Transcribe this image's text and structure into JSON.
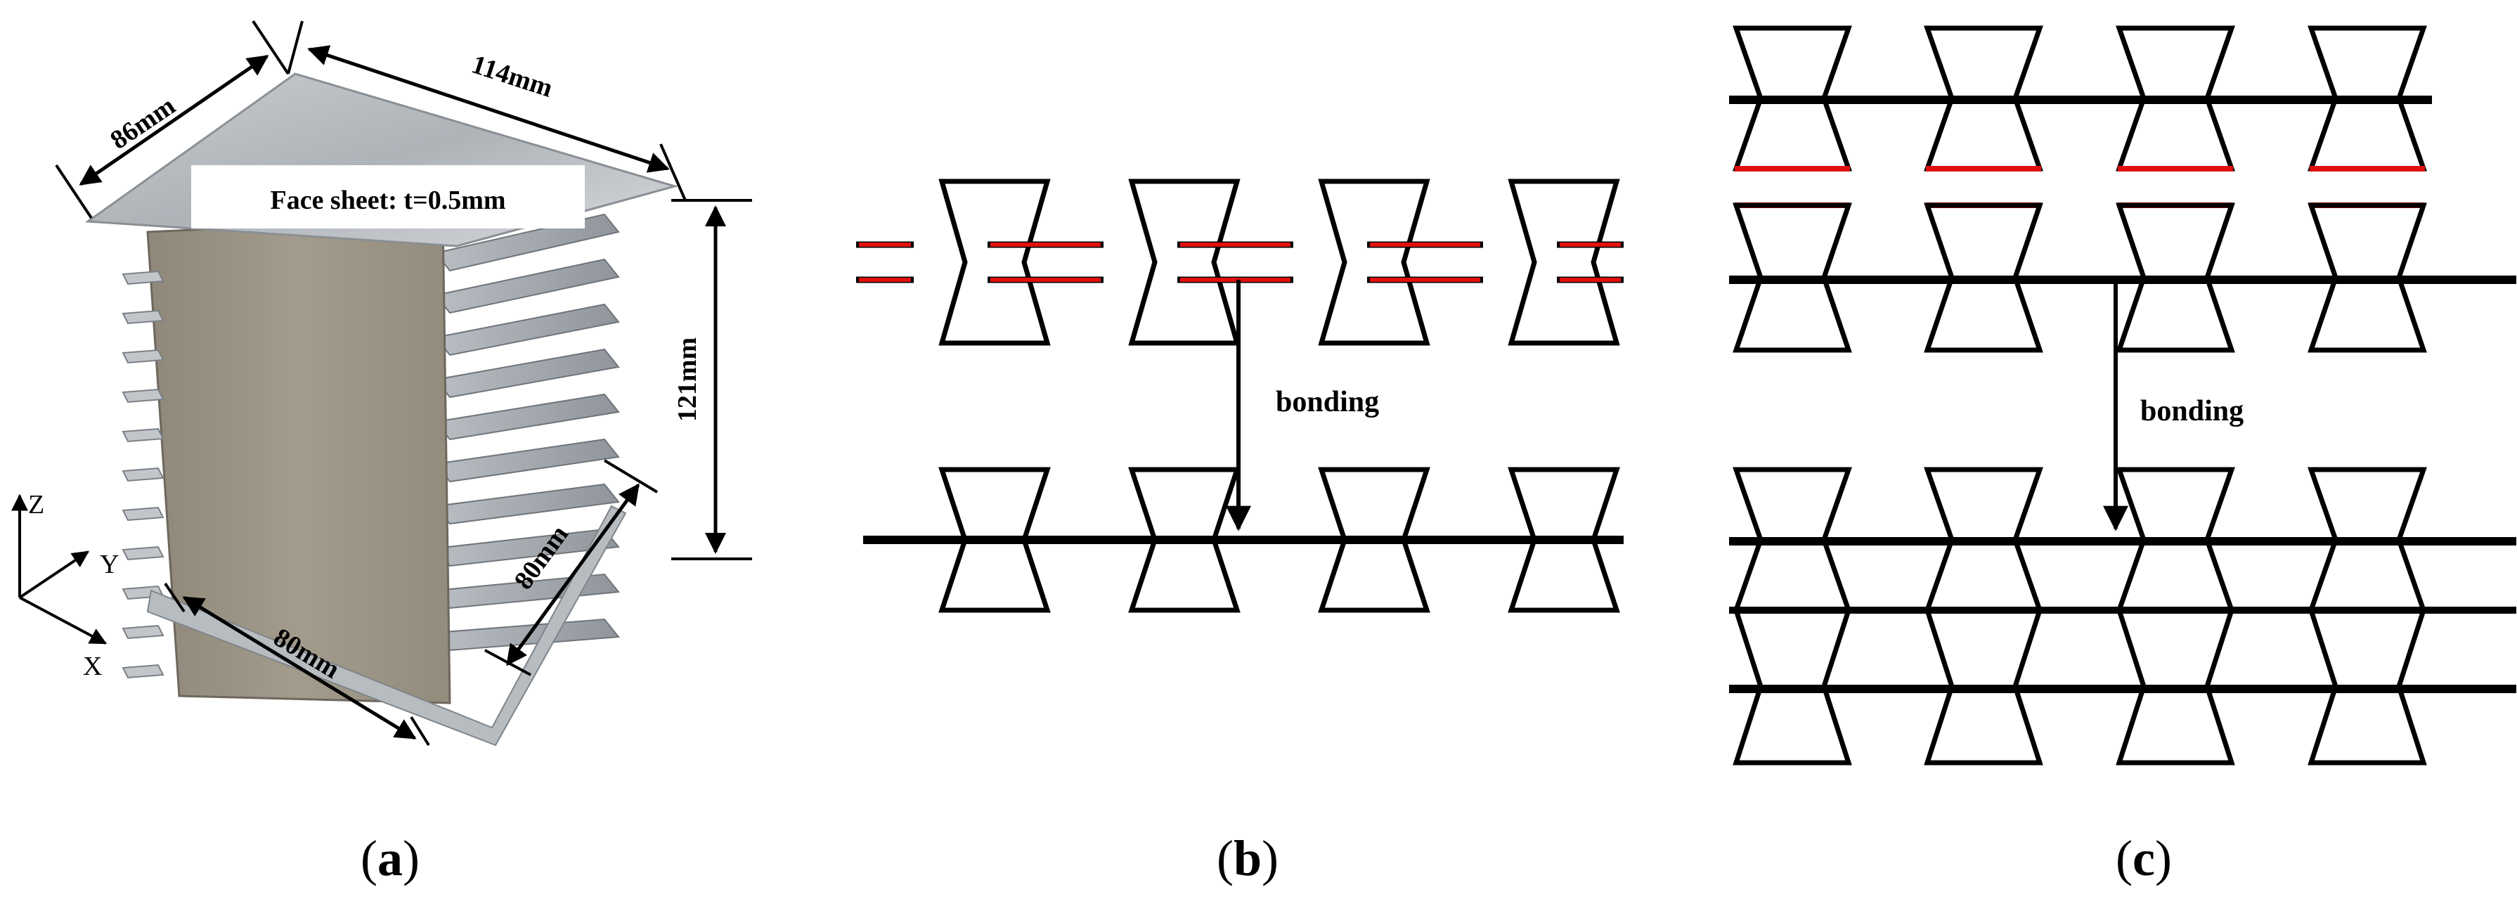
{
  "panel_a": {
    "label_open": "(",
    "label_letter": "a",
    "label_close": ")",
    "face_sheet_note": "Face sheet: t=0.5mm",
    "dim_width_top": "86mm",
    "dim_length_top": "114mm",
    "dim_height": "121mm",
    "dim_bottom_front": "80mm",
    "dim_bottom_side": "80mm",
    "axis_z": "Z",
    "axis_y": "Y",
    "axis_x": "X"
  },
  "panel_b": {
    "label_open": "(",
    "label_letter": "b",
    "label_close": ")",
    "bonding_label": "bonding"
  },
  "panel_c": {
    "label_open": "(",
    "label_letter": "c",
    "label_close": ")",
    "bonding_label": "bonding"
  },
  "colors": {
    "line": "#000000",
    "bond_surface": "#e01010",
    "face_sheet": "#b8bdc2",
    "core_tan": "#9a9282"
  }
}
